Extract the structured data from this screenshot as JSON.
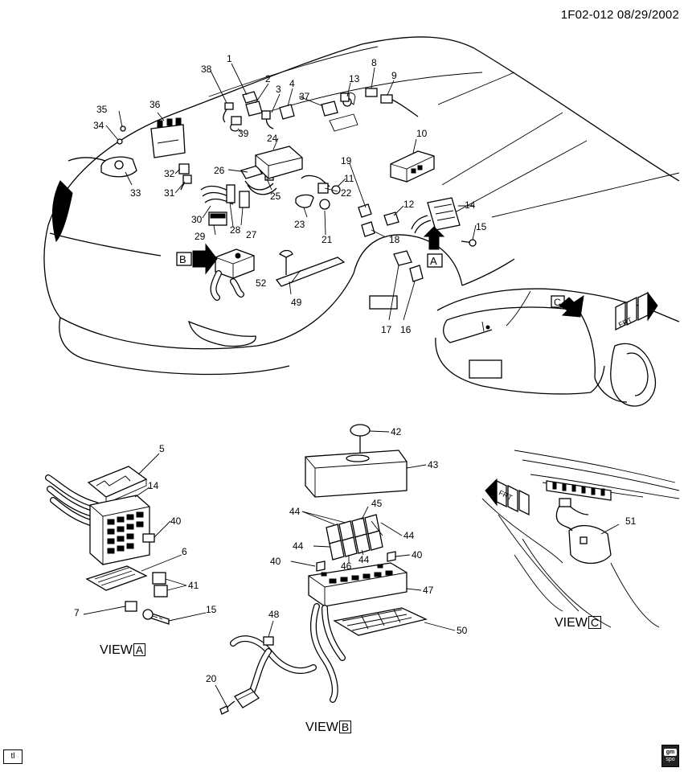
{
  "header": {
    "code": "1F02-012",
    "date": "08/29/2002"
  },
  "views": {
    "a": {
      "word": "VIEW",
      "letter": "A"
    },
    "b": {
      "word": "VIEW",
      "letter": "B"
    },
    "c": {
      "word": "VIEW",
      "letter": "C"
    }
  },
  "arrows": {
    "a": "A",
    "b": "B",
    "c": "C",
    "front": "FRT"
  },
  "footer": {
    "tag": "tl",
    "logo_top": "gm",
    "logo_bottom": "spo"
  },
  "callouts": {
    "main": [
      "1",
      "2",
      "3",
      "4",
      "8",
      "9",
      "10",
      "11",
      "12",
      "13",
      "14",
      "15",
      "16",
      "17",
      "18",
      "19",
      "21",
      "22",
      "23",
      "24",
      "25",
      "26",
      "27",
      "28",
      "29",
      "30",
      "31",
      "32",
      "33",
      "34",
      "35",
      "36",
      "37",
      "38",
      "39",
      "49",
      "52"
    ],
    "view_a": [
      "5",
      "14",
      "40",
      "6",
      "41",
      "7",
      "15"
    ],
    "view_b": [
      "42",
      "43",
      "44",
      "45",
      "44",
      "44",
      "46",
      "44",
      "40",
      "40",
      "47",
      "48",
      "50",
      "20"
    ],
    "view_c": [
      "51"
    ]
  }
}
